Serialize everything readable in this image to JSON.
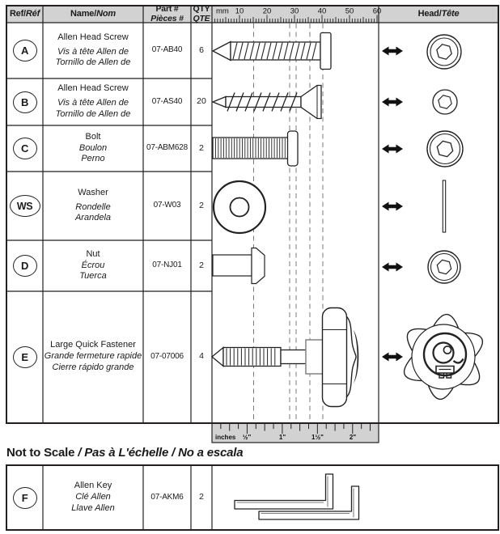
{
  "colors": {
    "band_gray": "#d2d2d2",
    "line": "#231f20",
    "text": "#1a1a1a"
  },
  "header": {
    "ref": [
      "Ref/",
      "Réf"
    ],
    "name": [
      "Name/",
      "Nom"
    ],
    "part": [
      "Part #",
      "Pièces #"
    ],
    "qty": [
      "QTY",
      "QTE"
    ],
    "head": [
      "Head/",
      "Tête"
    ]
  },
  "mm_ruler": {
    "unit": "mm",
    "labels": [
      "10",
      "20",
      "30",
      "40",
      "50",
      "60"
    ]
  },
  "inch_ruler": {
    "unit": "inches",
    "labels": [
      "½\"",
      "1\"",
      "1½\"",
      "2\""
    ]
  },
  "not_to_scale": {
    "en": "Not to Scale",
    "rest": " / Pas à L'échelle / No a escala"
  },
  "rows": [
    {
      "ref": "A",
      "name": [
        "Allen Head Screw",
        "Vis à tête Allen de",
        "Tornillo de Allen de"
      ],
      "part": "07-AB40",
      "qty": "6",
      "head_icon": "allen-socket-round-head"
    },
    {
      "ref": "B",
      "name": [
        "Allen Head Screw",
        "Vis à tête Allen de",
        "Tornillo de Allen de"
      ],
      "part": "07-AS40",
      "qty": "20",
      "head_icon": "allen-socket-flat-head"
    },
    {
      "ref": "C",
      "name": [
        "Bolt",
        "Boulon",
        "Perno"
      ],
      "part": "07-ABM628",
      "qty": "2",
      "head_icon": "allen-socket-button-head"
    },
    {
      "ref": "WS",
      "name": [
        "Washer",
        "Rondelle",
        "Arandela"
      ],
      "part": "07-W03",
      "qty": "2",
      "head_icon": "washer-edge-view"
    },
    {
      "ref": "D",
      "name": [
        "Nut",
        "Écrou",
        "Tuerca"
      ],
      "part": "07-NJ01",
      "qty": "2",
      "head_icon": "allen-socket-nut"
    },
    {
      "ref": "E",
      "name": [
        "Large Quick Fastener",
        "Grande fermeture rapide",
        "Cierre rápido grande"
      ],
      "part": "07-07006",
      "qty": "4",
      "head_icon": "star-knob-face"
    }
  ],
  "extra_row": {
    "ref": "F",
    "name": [
      "Allen Key",
      "Clé Allen",
      "Llave Allen"
    ],
    "part": "07-AKM6",
    "qty": "2",
    "drawing": "allen-keys"
  }
}
